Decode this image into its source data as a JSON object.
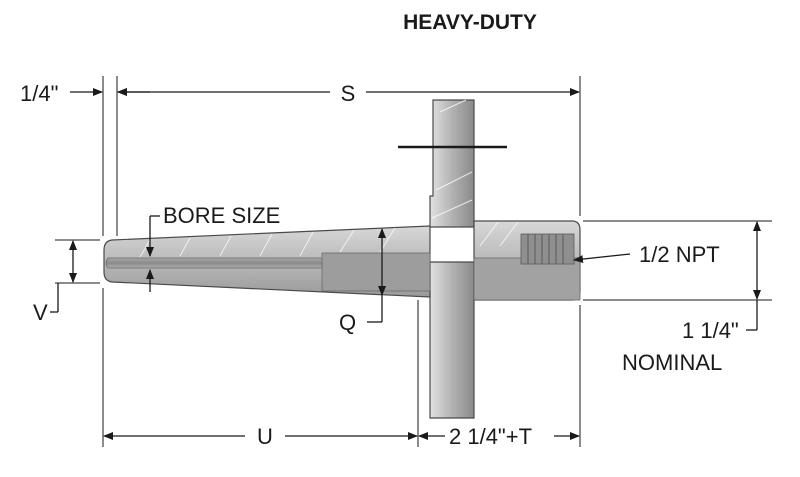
{
  "title": "HEAVY-DUTY",
  "dimensions": {
    "tip": "1/4\"",
    "s": "S",
    "bore": "BORE SIZE",
    "npt": "1/2 NPT",
    "v": "V",
    "q": "Q",
    "nominal_size": "1 1/4\"",
    "nominal_word": "NOMINAL",
    "u": "U",
    "flange_t": "2 1/4\"+T"
  },
  "colors": {
    "body_light": "#dcdcdc",
    "body_mid": "#b4b4b4",
    "body_dark": "#8c8c8c",
    "line": "#1a1a1a"
  }
}
